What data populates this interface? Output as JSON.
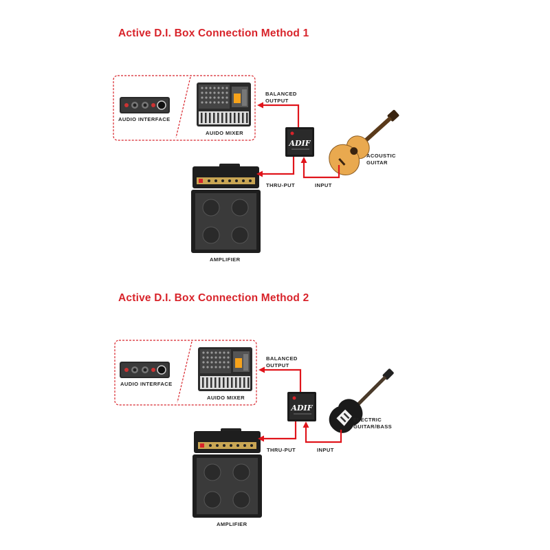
{
  "sections": [
    {
      "title": "Active D.I. Box Connection Method 1",
      "labels": {
        "audio_interface": "AUDIO INTERFACE",
        "audio_mixer": "AUIDO MIXER",
        "balanced_output": "BALANCED\nOUTPUT",
        "thru_put": "THRU-PUT",
        "input": "INPUT",
        "instrument": "ACOUSTIC\nGUITAR",
        "amplifier": "AMPLIFIER"
      },
      "instrument_icon": "acoustic-guitar-icon"
    },
    {
      "title": "Active D.I. Box Connection Method 2",
      "labels": {
        "audio_interface": "AUDIO INTERFACE",
        "audio_mixer": "AUIDO MIXER",
        "balanced_output": "BALANCED\nOUTPUT",
        "thru_put": "THRU-PUT",
        "input": "INPUT",
        "instrument": "ELECTRIC\nGUITAR/BASS",
        "amplifier": "AMPLIFIER"
      },
      "instrument_icon": "electric-guitar-icon"
    }
  ],
  "di_box_brand": "ADIF",
  "colors": {
    "accent": "#d8232a",
    "cable": "#e0141b",
    "device": "#2b2b2b"
  }
}
